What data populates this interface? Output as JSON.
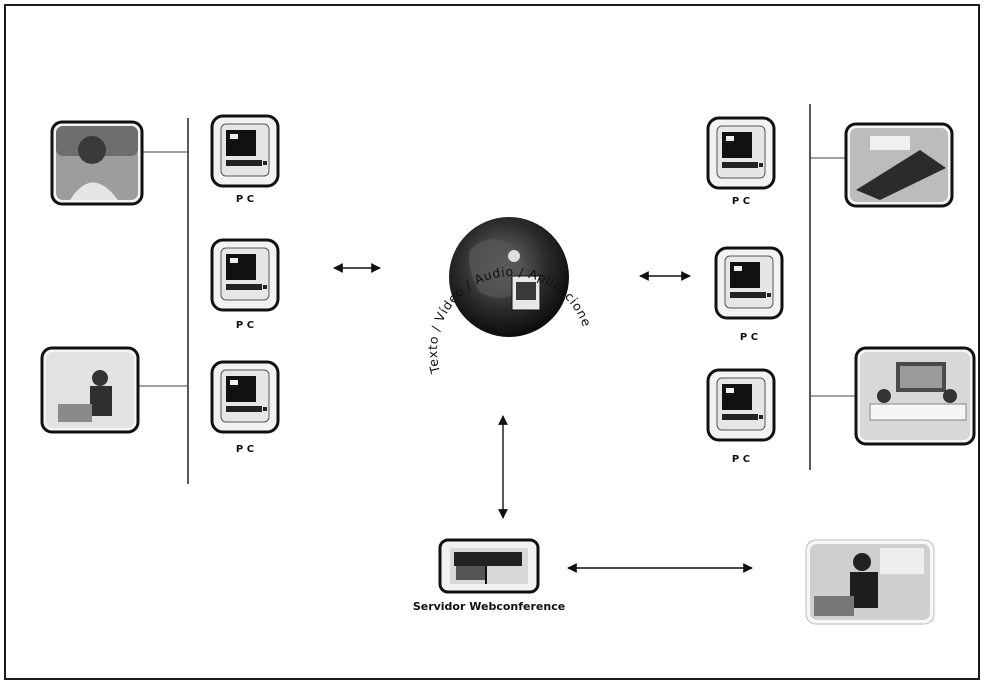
{
  "title": "",
  "pc_label": "P C",
  "server_label": "Servidor Webconference",
  "ring_text": "Texto / Vídeo / Audio / Aplicaciones Compartidas / Transferencia de Archivos /",
  "bottom_right_caption": ""
}
